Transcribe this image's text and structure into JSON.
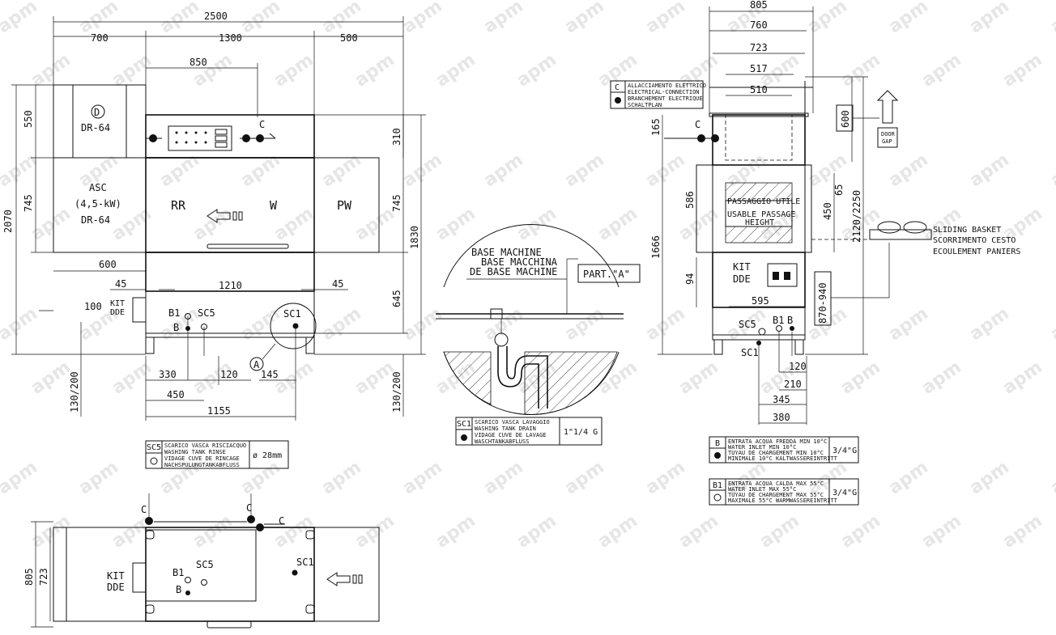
{
  "watermark": "apm",
  "dims_front": {
    "total": "2500",
    "left": "700",
    "middle": "1300",
    "right": "500",
    "inner": "850",
    "h_total": "2070",
    "h_top": "550",
    "h_mid": "745",
    "h_right": "745",
    "h_310": "310",
    "h_1830": "1830",
    "h_645": "645",
    "w_600": "600",
    "w_45a": "45",
    "w_1210": "1210",
    "w_45b": "45",
    "w_100": "100",
    "h_130_200": "130/200",
    "h_130_200b": "130/200",
    "w_330": "330",
    "w_120": "120",
    "w_145": "145",
    "w_450": "450",
    "w_1155": "1155"
  },
  "labels_front": {
    "d_mark": "D",
    "dr64_top": "DR-64",
    "asc1": "ASC",
    "asc2": "(4,5-kW)",
    "asc3": "DR-64",
    "rr": "RR",
    "w": "W",
    "pw": "PW",
    "c": "C",
    "kit": "KIT",
    "dde": "DDE",
    "b1": "B1",
    "b": "B",
    "sc5": "SC5",
    "sc1": "SC1",
    "a_mark": "A"
  },
  "detail_a": {
    "base1": "BASE MACHINE",
    "base2": "BASE MACCHINA",
    "base3": "DE BASE MACHINE",
    "part": "PART.\"A\""
  },
  "side_dims": {
    "d805": "805",
    "d760": "760",
    "d723": "723",
    "d517": "517",
    "d510": "510",
    "h165": "165",
    "h586": "586",
    "h1666": "1666",
    "h94": "94",
    "h450": "450",
    "h65": "65",
    "h2120": "2120/2250",
    "h600": "600",
    "h870": "870-940",
    "w595": "595",
    "w120": "120",
    "w210": "210",
    "w345": "345",
    "w380": "380"
  },
  "side_labels": {
    "c": "C",
    "passage1": "PASSAGGIO UTILE",
    "passage2": "USABLE PASSAGE",
    "passage3": "HEIGHT",
    "kit": "KIT",
    "dde": "DDE",
    "sc5": "SC5",
    "b1": "B1",
    "b": "B",
    "sc1": "SC1",
    "door1": "DOOR",
    "door2": "GAP",
    "sliding1": "SLIDING BASKET",
    "sliding2": "SCORRIMENTO CESTO",
    "sliding3": "ECOULEMENT PANIERS"
  },
  "legend_c": {
    "code": "C",
    "lines": [
      "ALLACCIAMENTO ELETTRICO",
      "ELECTRICAL-CONNECTION",
      "BRANCHEMENT ELECTRIQUE",
      "SCHALTPLAN"
    ]
  },
  "legend_sc5": {
    "code": "SC5",
    "lines": [
      "SCARICO  VASCA  RISCIACQUO",
      "WASHING  TANK  RINSE",
      "VIDAGE  CUVE  DE  RINCAGE",
      "NACHSPULUNGTANKABFLUSS"
    ],
    "value": "ø 28mm"
  },
  "legend_sc1": {
    "code": "SC1",
    "lines": [
      "SCARICO  VASCA  LAVAGGIO",
      "WASHING  TANK  DRAIN",
      "VIDAGE  CUVE  DE  LAVAGE",
      "WASCHTANKABFLUSS"
    ],
    "value": "1\"1/4  G"
  },
  "legend_b": {
    "code": "B",
    "lines": [
      "ENTRATA  ACQUA  FREDDA MIN 10°C",
      "WATER  INLET  MIN 10°C",
      "TUYAU  DE  CHARGEMENT MIN 10°C",
      "MINIMALE 10°C KALTWASSEREINTRITT"
    ],
    "value": "3/4\"G"
  },
  "legend_b1": {
    "code": "B1",
    "lines": [
      "ENTRATA  ACQUA CALDA MAX 55°C",
      "WATER  INLET MAX 55°C",
      "TUYAU  DE CHARGEMENT MAX 55°C",
      "MAXIMALE 55°C WARMWASSEREINTRITT"
    ],
    "value": "3/4\"G"
  },
  "plan": {
    "c1": "C",
    "c2": "C",
    "c3": "C",
    "kit": "KIT",
    "dde": "DDE",
    "b1": "B1",
    "b": "B",
    "sc5": "SC5",
    "sc1": "SC1",
    "d805": "805",
    "d723": "723"
  }
}
